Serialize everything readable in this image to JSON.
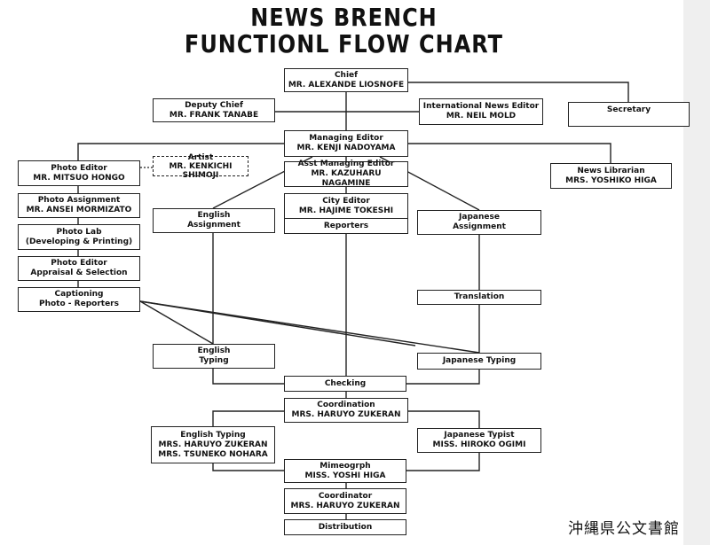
{
  "title": {
    "line1": "NEWS BRENCH",
    "line2": "FUNCTIONL FLOW CHART"
  },
  "boxes": {
    "chief": {
      "role": "Chief",
      "name": "MR. ALEXANDE LIOSNOFE"
    },
    "deputy": {
      "role": "Deputy Chief",
      "name": "MR. FRANK TANABE"
    },
    "intl": {
      "role": "International News Editor",
      "name": "MR. NEIL MOLD"
    },
    "secretary": {
      "role": "Secretary"
    },
    "managing": {
      "role": "Managing Editor",
      "name": "MR. KENJI NADOYAMA"
    },
    "artist": {
      "role": "Artist",
      "name": "MR. KENKICHI SHIMOJI"
    },
    "photo_editor": {
      "role": "Photo Editor",
      "name": "MR. MITSUO HONGO"
    },
    "asst_managing": {
      "role": "Asst Managing Editor",
      "name": "MR. KAZUHARU NAGAMINE"
    },
    "librarian": {
      "role": "News Librarian",
      "name": "MRS. YOSHIKO HIGA"
    },
    "photo_assignment": {
      "role": "Photo Assignment",
      "name": "MR. ANSEI MORMIZATO"
    },
    "city": {
      "role": "City Editor",
      "name": "MR. HAJIME TOKESHI"
    },
    "reporters": {
      "role": "Reporters"
    },
    "english_assignment": {
      "role": "English",
      "name": "Assignment"
    },
    "japanese_assignment": {
      "role": "Japanese",
      "name": "Assignment"
    },
    "photo_lab": {
      "role": "Photo Lab",
      "name": "(Developing & Printing)"
    },
    "photo_appraisal": {
      "role": "Photo Editor",
      "name": "Appraisal & Selection"
    },
    "captioning": {
      "role": "Captioning",
      "name": "Photo - Reporters"
    },
    "translation": {
      "role": "Translation"
    },
    "english_typing": {
      "role": "English",
      "name": "Typing"
    },
    "japanese_typing": {
      "role": "Japanese Typing"
    },
    "checking": {
      "role": "Checking"
    },
    "coordination": {
      "role": "Coordination",
      "name": "MRS. HARUYO ZUKERAN"
    },
    "english_typing2": {
      "role": "English Typing",
      "name": "MRS. HARUYO ZUKERAN",
      "name2": "MRS. TSUNEKO NOHARA"
    },
    "japanese_typist": {
      "role": "Japanese Typist",
      "name": "MISS. HIROKO OGIMI"
    },
    "mimeograph": {
      "role": "Mimeogrph",
      "name": "MISS. YOSHI HIGA"
    },
    "coordinator": {
      "role": "Coordinator",
      "name": "MRS. HARUYO ZUKERAN"
    },
    "distribution": {
      "role": "Distribution"
    }
  },
  "archive_stamp": "沖縄県公文書館"
}
